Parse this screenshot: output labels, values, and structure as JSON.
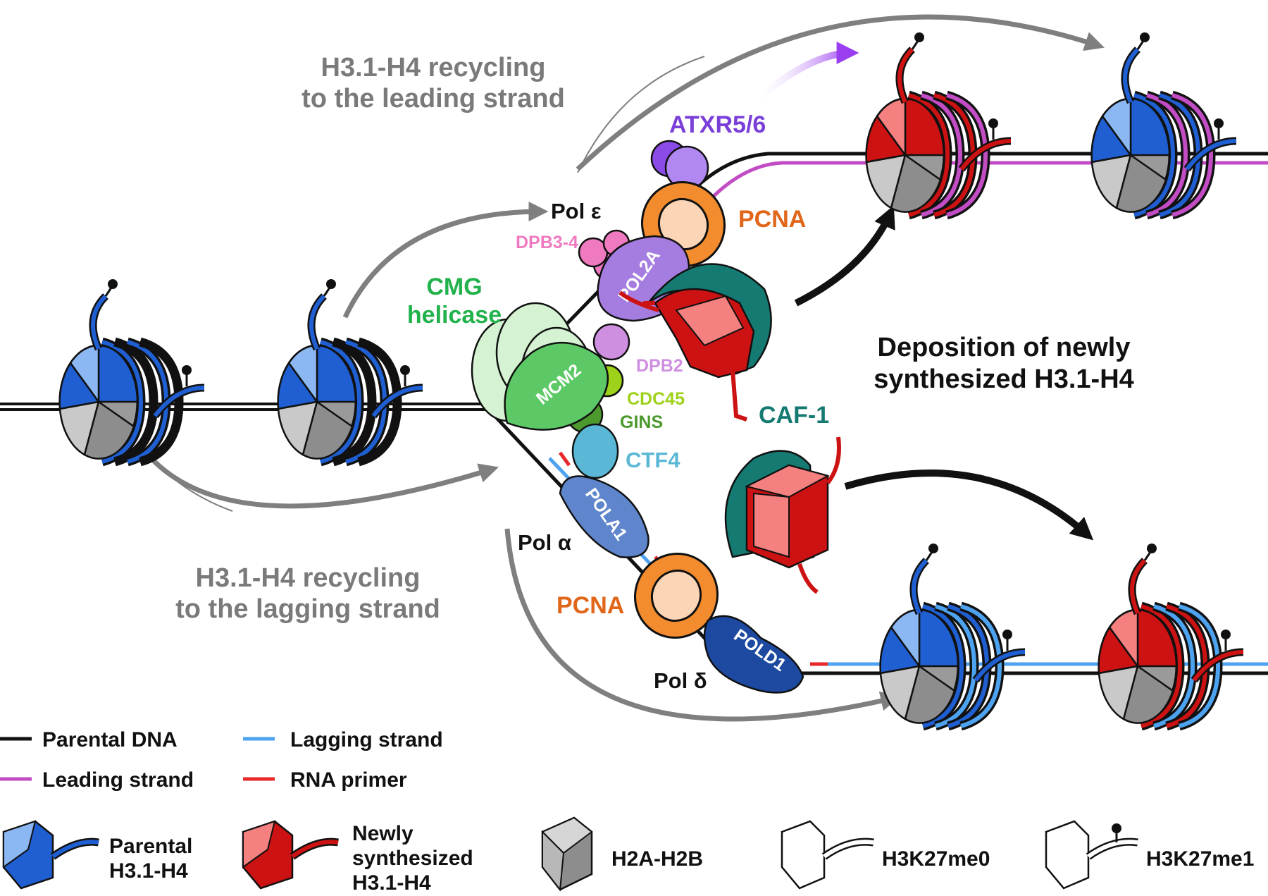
{
  "headings": {
    "leading_recycling": [
      "H3.1-H4 recycling",
      "to the leading strand"
    ],
    "lagging_recycling": [
      "H3.1-H4 recycling",
      "to the lagging strand"
    ],
    "deposition": [
      "Deposition of newly",
      "synthesized H3.1-H4"
    ]
  },
  "proteins": {
    "atxr": "ATXR5/6",
    "pol_epsilon": "Pol ε",
    "pcna_top": "PCNA",
    "dpb34": "DPB3-4",
    "pol2a": "POL2A",
    "cmg": [
      "CMG",
      "helicase"
    ],
    "mcm2": "MCM2",
    "dpb2": "DPB2",
    "cdc45": "CDC45",
    "gins": "GINS",
    "caf1": "CAF-1",
    "ctf4": "CTF4",
    "pola1": "POLA1",
    "pol_alpha": "Pol α",
    "pcna_bottom": "PCNA",
    "pold1": "POLD1",
    "pol_delta": "Pol δ"
  },
  "strand_legend": [
    {
      "label": "Parental DNA",
      "color": "#111111"
    },
    {
      "label": "Lagging strand",
      "color": "#4da3f0"
    },
    {
      "label": "Leading strand",
      "color": "#c24cc4"
    },
    {
      "label": "RNA primer",
      "color": "#e8282b"
    }
  ],
  "histone_legend": [
    {
      "label": [
        "Parental",
        "H3.1-H4"
      ],
      "icon": "parental-h3-h4-icon"
    },
    {
      "label": [
        "Newly",
        "synthesized",
        "H3.1-H4"
      ],
      "icon": "new-h3-h4-icon"
    },
    {
      "label": [
        "H2A-H2B"
      ],
      "icon": "h2a-h2b-icon"
    },
    {
      "label": [
        "H3K27me0"
      ],
      "icon": "h3k27me0-icon"
    },
    {
      "label": [
        "H3K27me1"
      ],
      "icon": "h3k27me1-icon"
    }
  ],
  "colors": {
    "parental_blue": "#1f5fd1",
    "new_red": "#cc1212",
    "grey_text": "#7a7a7a",
    "mcm_green": "#5cc966",
    "cmg_text": "#22b24c",
    "pol_purple": "#a57de0",
    "pink": "#f07ac0",
    "pcna_orange": "#f28c2e",
    "pcna_text": "#e0661a",
    "caf_teal": "#157a72",
    "atxr_purple": "#7a3fd8",
    "ctf4_cyan": "#5ab8d6",
    "pola_blue": "#5f86cc",
    "pold_navy": "#1d4aa0"
  }
}
